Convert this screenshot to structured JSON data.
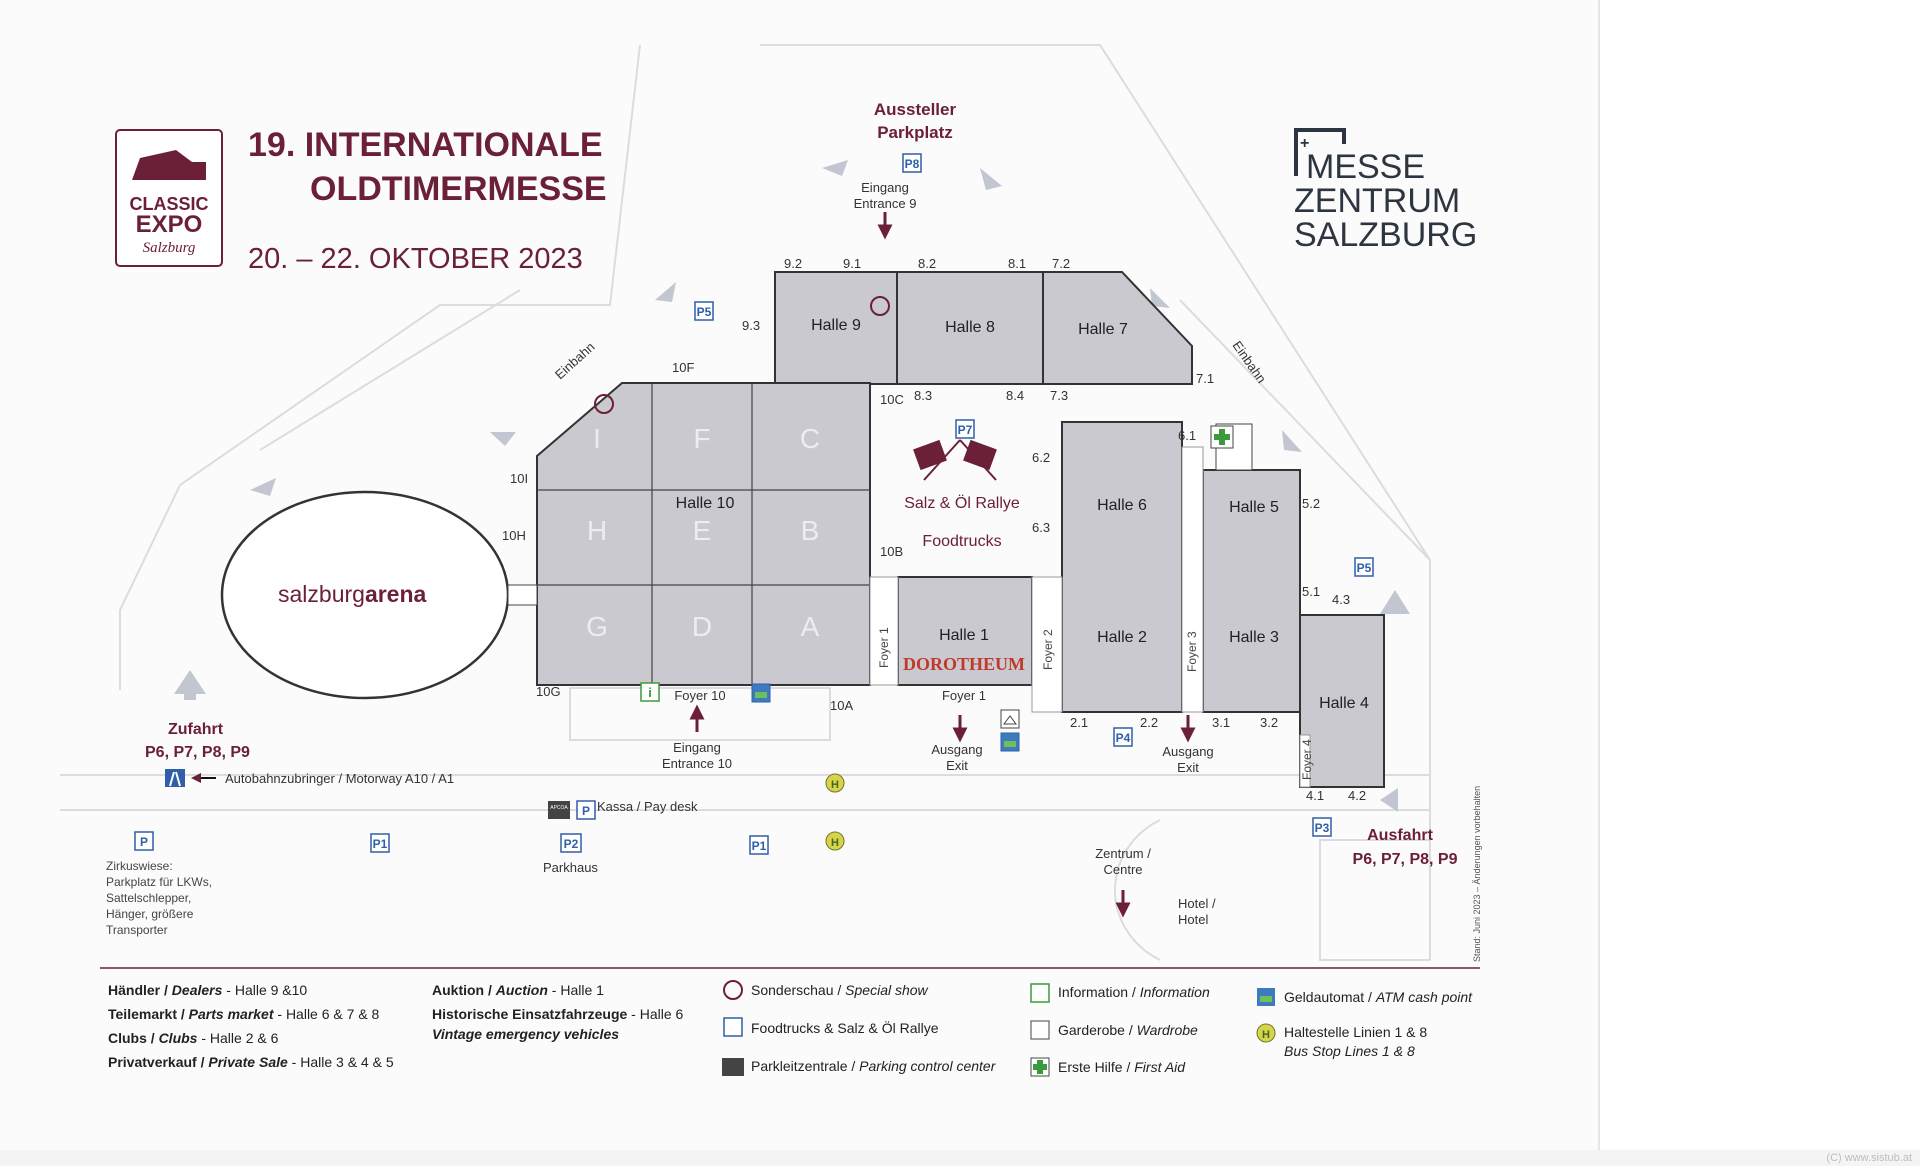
{
  "event": {
    "logo_text": [
      "CLASSIC",
      "EXPO",
      "Salzburg"
    ],
    "title_line1": "19. INTERNATIONALE",
    "title_line2": "OLDTIMERMESSE",
    "dates": "20. – 22. OKTOBER 2023"
  },
  "organizer": {
    "lines": [
      "MESSE",
      "ZENTRUM",
      "SALZBURG"
    ]
  },
  "colors": {
    "brand": "#6b2037",
    "hall": "#c9c9cf",
    "info_green": "#3d9a3a",
    "bus_yellow": "#d9d24a",
    "parking_blue": "#2f5fa8"
  },
  "top_labels": {
    "aussteller": [
      "Aussteller",
      "Parkplatz"
    ],
    "eingang9": [
      "Eingang",
      "Entrance 9"
    ],
    "einbahn_left": "Einbahn",
    "einbahn_right": "Einbahn"
  },
  "halls": {
    "halle9": "Halle 9",
    "halle8": "Halle 8",
    "halle7": "Halle 7",
    "halle10": "Halle 10",
    "halle6": "Halle 6",
    "halle5": "Halle 5",
    "halle1": "Halle 1",
    "halle2": "Halle 2",
    "halle3": "Halle 3",
    "halle4": "Halle 4",
    "dorotheum": "DOROTHEUM",
    "arena_light": "salzburg",
    "arena_bold": "arena"
  },
  "sectors": [
    "I",
    "F",
    "C",
    "H",
    "E",
    "B",
    "G",
    "D",
    "A"
  ],
  "gates": {
    "g92": "9.2",
    "g91": "9.1",
    "g82": "8.2",
    "g81": "8.1",
    "g72": "7.2",
    "g93": "9.3",
    "g83": "8.3",
    "g84": "8.4",
    "g73": "7.3",
    "g71": "7.1",
    "g10f": "10F",
    "g10c": "10C",
    "g10i": "10I",
    "g10h": "10H",
    "g10b": "10B",
    "g10g": "10G",
    "g10a": "10A",
    "g62": "6.2",
    "g63": "6.3",
    "g61": "6.1",
    "g52": "5.2",
    "g51": "5.1",
    "g43": "4.3",
    "g21": "2.1",
    "g22": "2.2",
    "g31": "3.1",
    "g32": "3.2",
    "g41": "4.1",
    "g42": "4.2"
  },
  "center": {
    "rallye": "Salz & Öl Rallye",
    "foodtrucks": "Foodtrucks"
  },
  "foyers": {
    "f10": "Foyer 10",
    "f1": "Foyer 1",
    "f1v": "Foyer 1",
    "f2v": "Foyer 2",
    "f3v": "Foyer 3",
    "f4v": "Foyer 4"
  },
  "entrances": {
    "eingang10": [
      "Eingang",
      "Entrance 10"
    ],
    "ausgang1": [
      "Ausgang",
      "Exit"
    ],
    "ausgang2": [
      "Ausgang",
      "Exit"
    ]
  },
  "roads": {
    "zufahrt_title": "Zufahrt",
    "zufahrt_sub": "P6, P7, P8, P9",
    "motorway": "Autobahnzubringer / Motorway A10 / A1",
    "kassa": "Kassa / Pay desk",
    "parkhaus": "Parkhaus",
    "zirkus": [
      "Zirkuswiese:",
      "Parkplatz für LKWs,",
      "Sattelschlepper,",
      "Hänger, größere",
      "Transporter"
    ],
    "zentrum": [
      "Zentrum /",
      "Centre"
    ],
    "hotel": [
      "Hotel /",
      "Hotel"
    ],
    "ausfahrt_title": "Ausfahrt",
    "ausfahrt_sub": "P6, P7, P8, P9",
    "stand": "Stand: Juni 2023 – Änderungen vorbehalten"
  },
  "parking_tags": {
    "p8": "P8",
    "p5a": "P5",
    "p7": "P7",
    "p5b": "P5",
    "p4": "P4",
    "p3": "P3",
    "p_left": "P",
    "p1a": "P1",
    "p2": "P2",
    "p1b": "P1",
    "p_kassa": "P"
  },
  "legend": {
    "col1": [
      {
        "de": "Händler / ",
        "en": "Dealers",
        "rest": " - Halle 9 &10"
      },
      {
        "de": "Teilemarkt / ",
        "en": "Parts market",
        "rest": " - Halle 6 & 7 & 8"
      },
      {
        "de": "Clubs / ",
        "en": "Clubs",
        "rest": " - Halle 2 & 6"
      },
      {
        "de": "Privatverkauf / ",
        "en": "Private Sale",
        "rest": " - Halle 3 & 4 & 5"
      }
    ],
    "col2": [
      {
        "de": "Auktion / ",
        "en": "Auction",
        "rest": " - Halle 1"
      },
      {
        "de": "Historische Einsatzfahrzeuge",
        "en": "",
        "rest": " - Halle 6"
      },
      {
        "de": "",
        "en": "Vintage emergency vehicles",
        "rest": ""
      }
    ],
    "col3": [
      {
        "de": "Sonderschau / ",
        "en": "Special show"
      },
      {
        "de": "Foodtrucks & Salz & Öl Rallye",
        "en": ""
      },
      {
        "de": "Parkleitzentrale / ",
        "en": "Parking control center"
      }
    ],
    "col4": [
      {
        "de": "Information / ",
        "en": "Information"
      },
      {
        "de": "Garderobe / ",
        "en": "Wardrobe"
      },
      {
        "de": "Erste Hilfe / ",
        "en": "First Aid"
      }
    ],
    "col5": [
      {
        "de": "Geldautomat / ",
        "en": "ATM cash point"
      },
      {
        "de": "Haltestelle Linien 1 & 8",
        "en": ""
      },
      {
        "de": "",
        "en": "Bus Stop Lines 1 & 8"
      }
    ]
  },
  "icon_glyphs": {
    "info": "i",
    "bus": "H",
    "apcoa": "APCOA",
    "plus": "+"
  },
  "watermark": "(C) www.sistub.at"
}
